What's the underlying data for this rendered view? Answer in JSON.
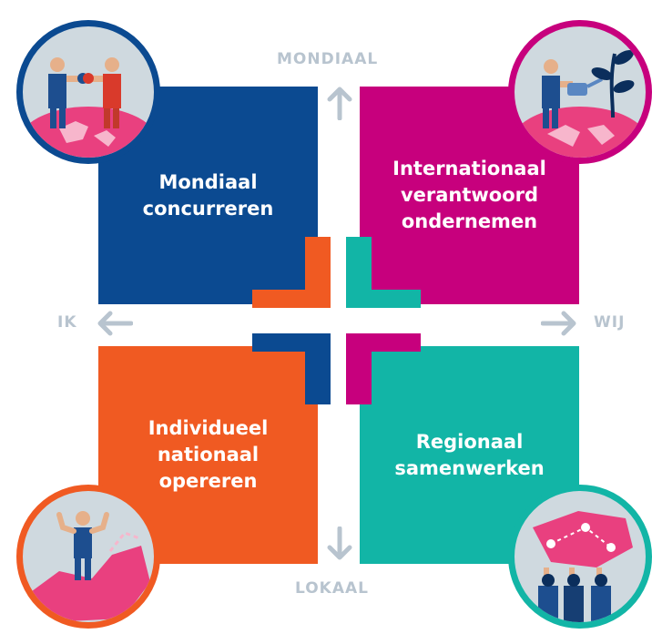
{
  "axes": {
    "top": "MONDIAAL",
    "bottom": "LOKAAL",
    "left": "IK",
    "right": "WIJ"
  },
  "quadrants": {
    "top_left": {
      "label": "Mondiaal\nconcurreren",
      "color": "#0b4a91",
      "icon": "boxing-people-icon"
    },
    "top_right": {
      "label": "Internationaal\nverantwoord\nondernemen",
      "color": "#c7007d",
      "icon": "watering-plant-icon"
    },
    "bottom_left": {
      "label": "Individueel\nnationaal\nopereren",
      "color": "#f05a22",
      "icon": "strongman-on-map-icon"
    },
    "bottom_right": {
      "label": "Regionaal\nsamenwerken",
      "color": "#12b5a6",
      "icon": "people-holding-map-icon"
    }
  },
  "colors": {
    "axis_text": "#b8c4cf",
    "badge_fill": "#cfd9df"
  }
}
